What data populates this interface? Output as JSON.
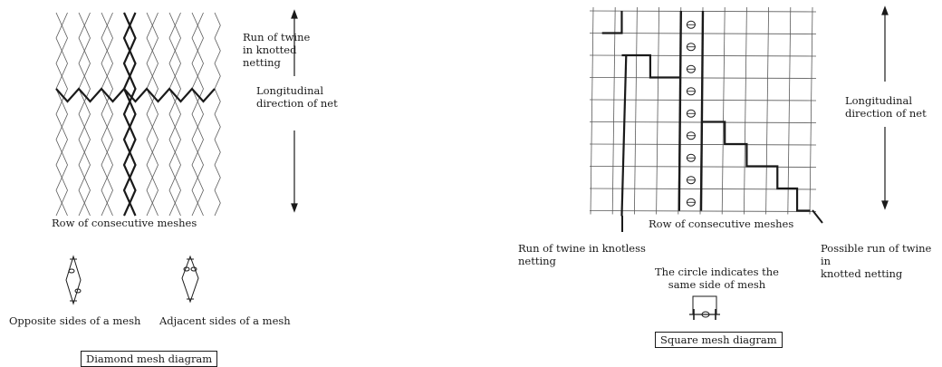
{
  "diamond": {
    "twine_run_label": "Run of twine\nin knotted\nnetting",
    "direction_label": "Longitudinal\ndirection of net",
    "row_label": "Row of consecutive meshes",
    "opposite_label": "Opposite sides of a mesh",
    "adjacent_label": "Adjacent sides of a mesh",
    "title": "Diamond mesh diagram"
  },
  "square": {
    "direction_label": "Longitudinal\ndirection of net",
    "row_label": "Row of consecutive meshes",
    "knotless_label": "Run of twine in knotless\nnetting",
    "knotted_label": "Possible run of twine in\nknotted netting",
    "circle_note": "The circle indicates the\nsame side of mesh",
    "title": "Square mesh diagram"
  },
  "colors": {
    "ink": "#1a1a1a",
    "grid": "#5a5a5a"
  }
}
